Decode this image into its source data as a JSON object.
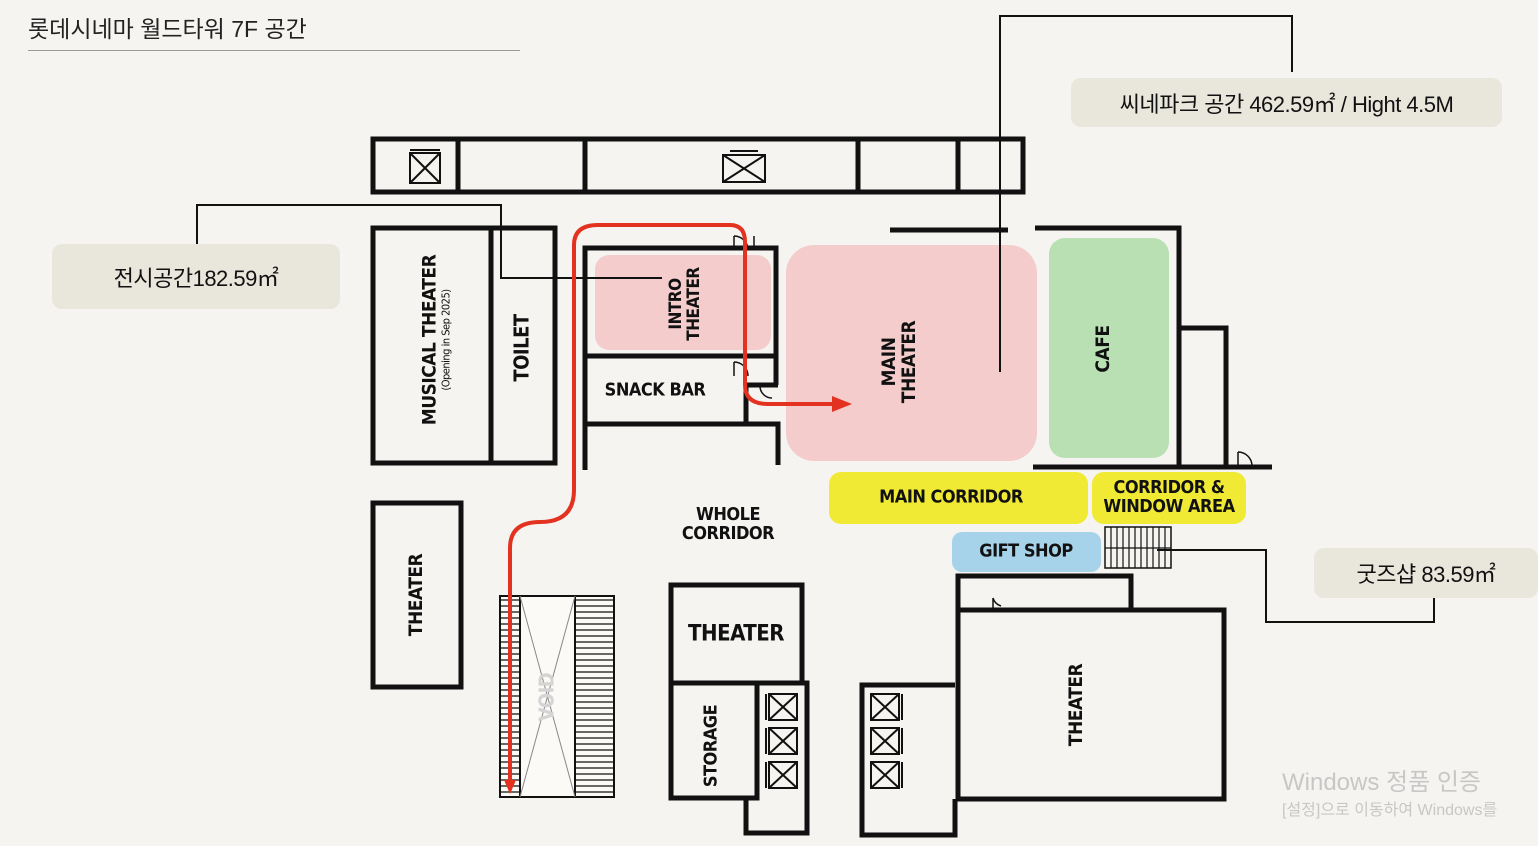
{
  "page_title": "롯데시네마 월드타워 7F 공간",
  "callouts": {
    "cinepark": "씨네파크 공간 462.59㎡ / Hight 4.5M",
    "exhibition": "전시공간182.59㎡",
    "goods_shop": "굿즈샵 83.59㎡"
  },
  "rooms": {
    "musical_theater": "MUSICAL THEATER",
    "musical_theater_note": "(Opening in Sep 2025)",
    "toilet": "TOILET",
    "intro_theater_1": "INTRO",
    "intro_theater_2": "THEATER",
    "snack_bar": "SNACK BAR",
    "main_theater_1": "MAIN",
    "main_theater_2": "THEATER",
    "cafe": "CAFE",
    "main_corridor": "MAIN CORRIDOR",
    "corridor_window_1": "CORRIDOR &",
    "corridor_window_2": "WINDOW AREA",
    "gift_shop": "GIFT SHOP",
    "whole_corridor_1": "WHOLE",
    "whole_corridor_2": "CORRIDOR",
    "theater_left": "THEATER",
    "void": "VOID",
    "theater_center": "THEATER",
    "storage": "STORAGE",
    "theater_right": "THEATER"
  },
  "colors": {
    "background": "#f6f4f0",
    "wall": "#111111",
    "pink_zone": "#f5cccc",
    "cafe_green": "#b9e0b3",
    "corridor_yellow": "#f1ea34",
    "gift_shop_blue": "#a7d3ea",
    "route_red": "#e3321f",
    "callout_bg": "#e9e6dc"
  },
  "watermark": {
    "line1": "Windows 정품 인증",
    "line2": "[설정]으로 이동하여 Windows를"
  }
}
